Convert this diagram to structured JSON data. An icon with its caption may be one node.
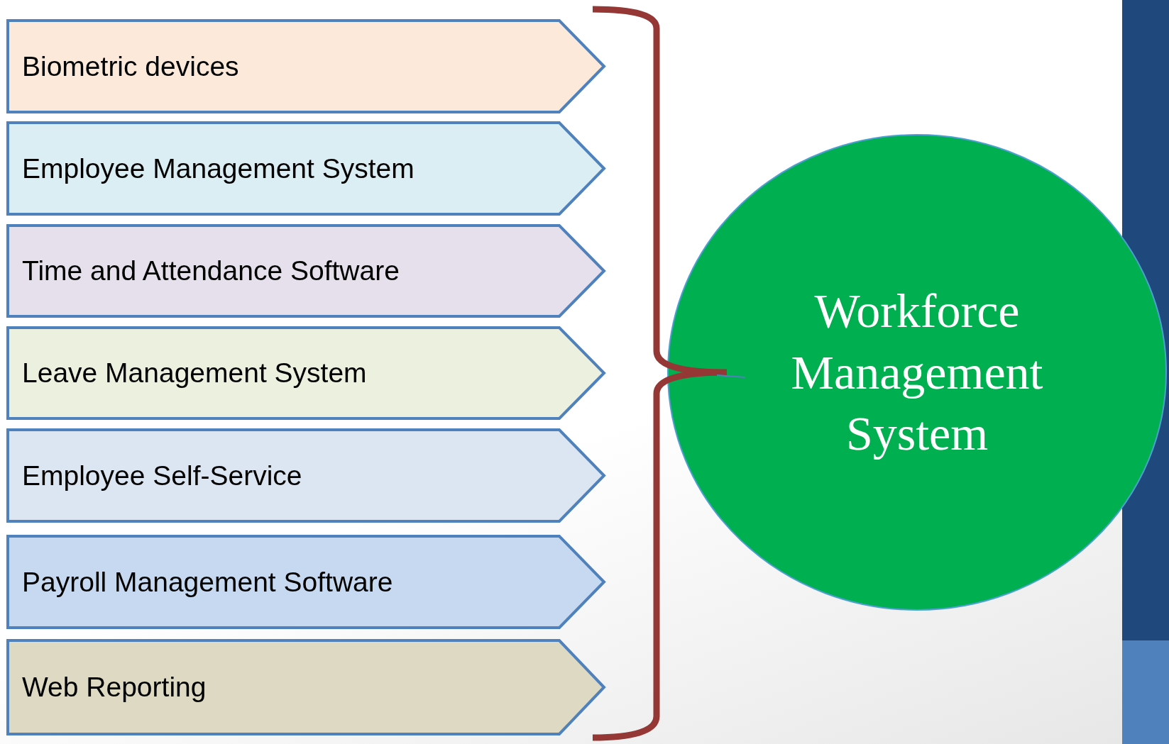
{
  "diagram": {
    "nodes": [
      {
        "text": [
          "Biometric devices"
        ]
      },
      {
        "text": [
          "Employee Management System"
        ]
      },
      {
        "text": [
          "Time and Attendance Software"
        ]
      },
      {
        "text": [
          "Leave Management System"
        ]
      },
      {
        "text": [
          "Employee Self-Service"
        ]
      },
      {
        "text": [
          "Payroll Management Software"
        ]
      },
      {
        "text": [
          "Web Reporting"
        ]
      },
      {
        "text": [
          "Workforce Management System"
        ]
      }
    ]
  }
}
